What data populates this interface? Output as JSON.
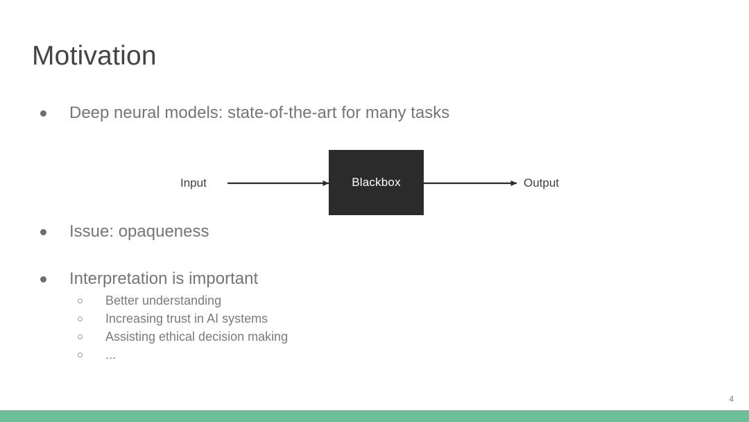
{
  "slide": {
    "title": "Motivation",
    "page_number": "4",
    "accent_color": "#6cbf96",
    "title_color": "#434343",
    "body_color": "#757575"
  },
  "bullets": [
    {
      "label": "Deep neural models: state-of-the-art for many tasks"
    },
    {
      "label": "Issue: opaqueness"
    },
    {
      "label": "Interpretation is important"
    }
  ],
  "sub_bullets": [
    {
      "label": "Better understanding"
    },
    {
      "label": "Increasing trust in AI systems"
    },
    {
      "label": "Assisting ethical decision making"
    },
    {
      "label": "..."
    }
  ],
  "diagram": {
    "input_label": "Input",
    "box_label": "Blackbox",
    "output_label": "Output",
    "box_color": "#2b2b2b",
    "arrow_color": "#2b2b2b"
  }
}
